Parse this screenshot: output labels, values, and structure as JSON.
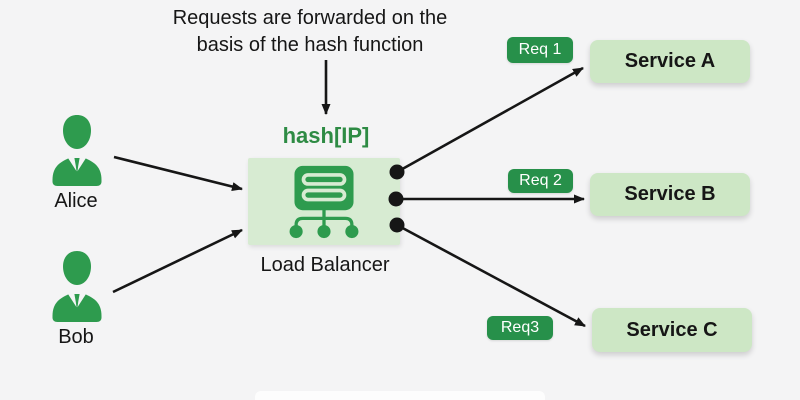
{
  "title": {
    "line1": "Requests are forwarded on the",
    "line2": "basis of the hash function"
  },
  "load_balancer": {
    "hash_label": "hash[IP]",
    "label": "Load Balancer"
  },
  "users": [
    {
      "name": "Alice"
    },
    {
      "name": "Bob"
    }
  ],
  "services": [
    {
      "label": "Service A"
    },
    {
      "label": "Service B"
    },
    {
      "label": "Service C"
    }
  ],
  "requests": [
    {
      "label": "Req 1"
    },
    {
      "label": "Req 2"
    },
    {
      "label": "Req3"
    }
  ],
  "icons": {
    "user": "person-silhouette-icon",
    "load_balancer": "server-distribution-icon"
  },
  "colors": {
    "background": "#f4f4f5",
    "green_dark": "#2e9b4e",
    "green_badge": "#27904a",
    "green_panel": "#d7ebd2",
    "green_service": "#cde7c5",
    "green_text": "#2e8b44",
    "ink": "#161616",
    "strip": "#fdfdfd"
  }
}
